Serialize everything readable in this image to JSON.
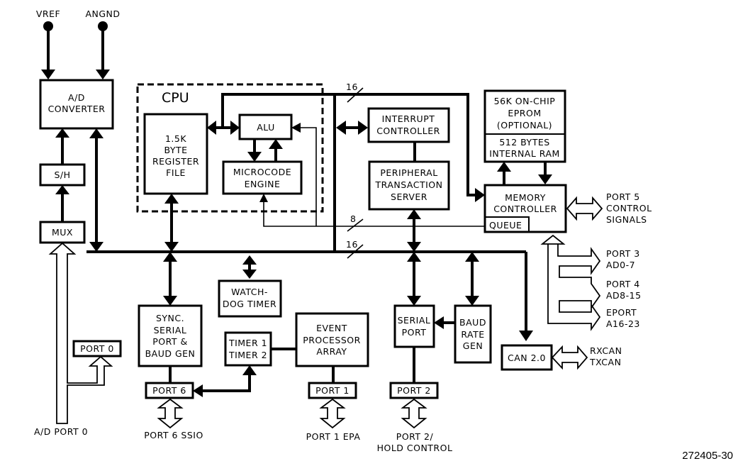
{
  "diagram": {
    "figure_id": "272405-30",
    "pins": {
      "vref": "VREF",
      "angnd": "ANGND"
    },
    "blocks": {
      "ad_converter": [
        "A/D",
        "CONVERTER"
      ],
      "sample_hold": "S/H",
      "mux": "MUX",
      "cpu_label": "CPU",
      "register_file": [
        "1.5K",
        "BYTE",
        "REGISTER",
        "FILE"
      ],
      "alu": "ALU",
      "microcode_engine": [
        "MICROCODE",
        "ENGINE"
      ],
      "interrupt_controller": [
        "INTERRUPT",
        "CONTROLLER"
      ],
      "pts": [
        "PERIPHERAL",
        "TRANSACTION",
        "SERVER"
      ],
      "eprom": [
        "56K ON-CHIP",
        "EPROM",
        "(OPTIONAL)"
      ],
      "ram": [
        "512 BYTES",
        "INTERNAL RAM"
      ],
      "memory_controller": [
        "MEMORY",
        "CONTROLLER"
      ],
      "queue": "QUEUE",
      "watchdog": [
        "WATCH-",
        "DOG TIMER"
      ],
      "ssio": [
        "SYNC.",
        "SERIAL",
        "PORT &",
        "BAUD GEN"
      ],
      "timers": [
        "TIMER 1",
        "TIMER 2"
      ],
      "epa": [
        "EVENT",
        "PROCESSOR",
        "ARRAY"
      ],
      "serial_port": [
        "SERIAL",
        "PORT"
      ],
      "baud_rate_gen": [
        "BAUD",
        "RATE",
        "GEN"
      ],
      "can": "CAN 2.0",
      "port0": "PORT 0",
      "port6": "PORT 6",
      "port1": "PORT 1",
      "port2": "PORT 2"
    },
    "bus_widths": {
      "upper_bus": "16",
      "queue_bus": "8",
      "main_bus": "16"
    },
    "external_labels": {
      "ad_port0": "A/D PORT 0",
      "port6_ssio": "PORT 6 SSIO",
      "port1_epa": "PORT 1 EPA",
      "port2_hold": [
        "PORT 2/",
        "HOLD CONTROL"
      ],
      "port5": [
        "PORT 5",
        "CONTROL",
        "SIGNALS"
      ],
      "port3": [
        "PORT 3",
        "AD0-7"
      ],
      "port4": [
        "PORT 4",
        "AD8-15"
      ],
      "eport": [
        "EPORT",
        "A16-23"
      ],
      "can_pins": [
        "RXCAN",
        "TXCAN"
      ]
    }
  }
}
